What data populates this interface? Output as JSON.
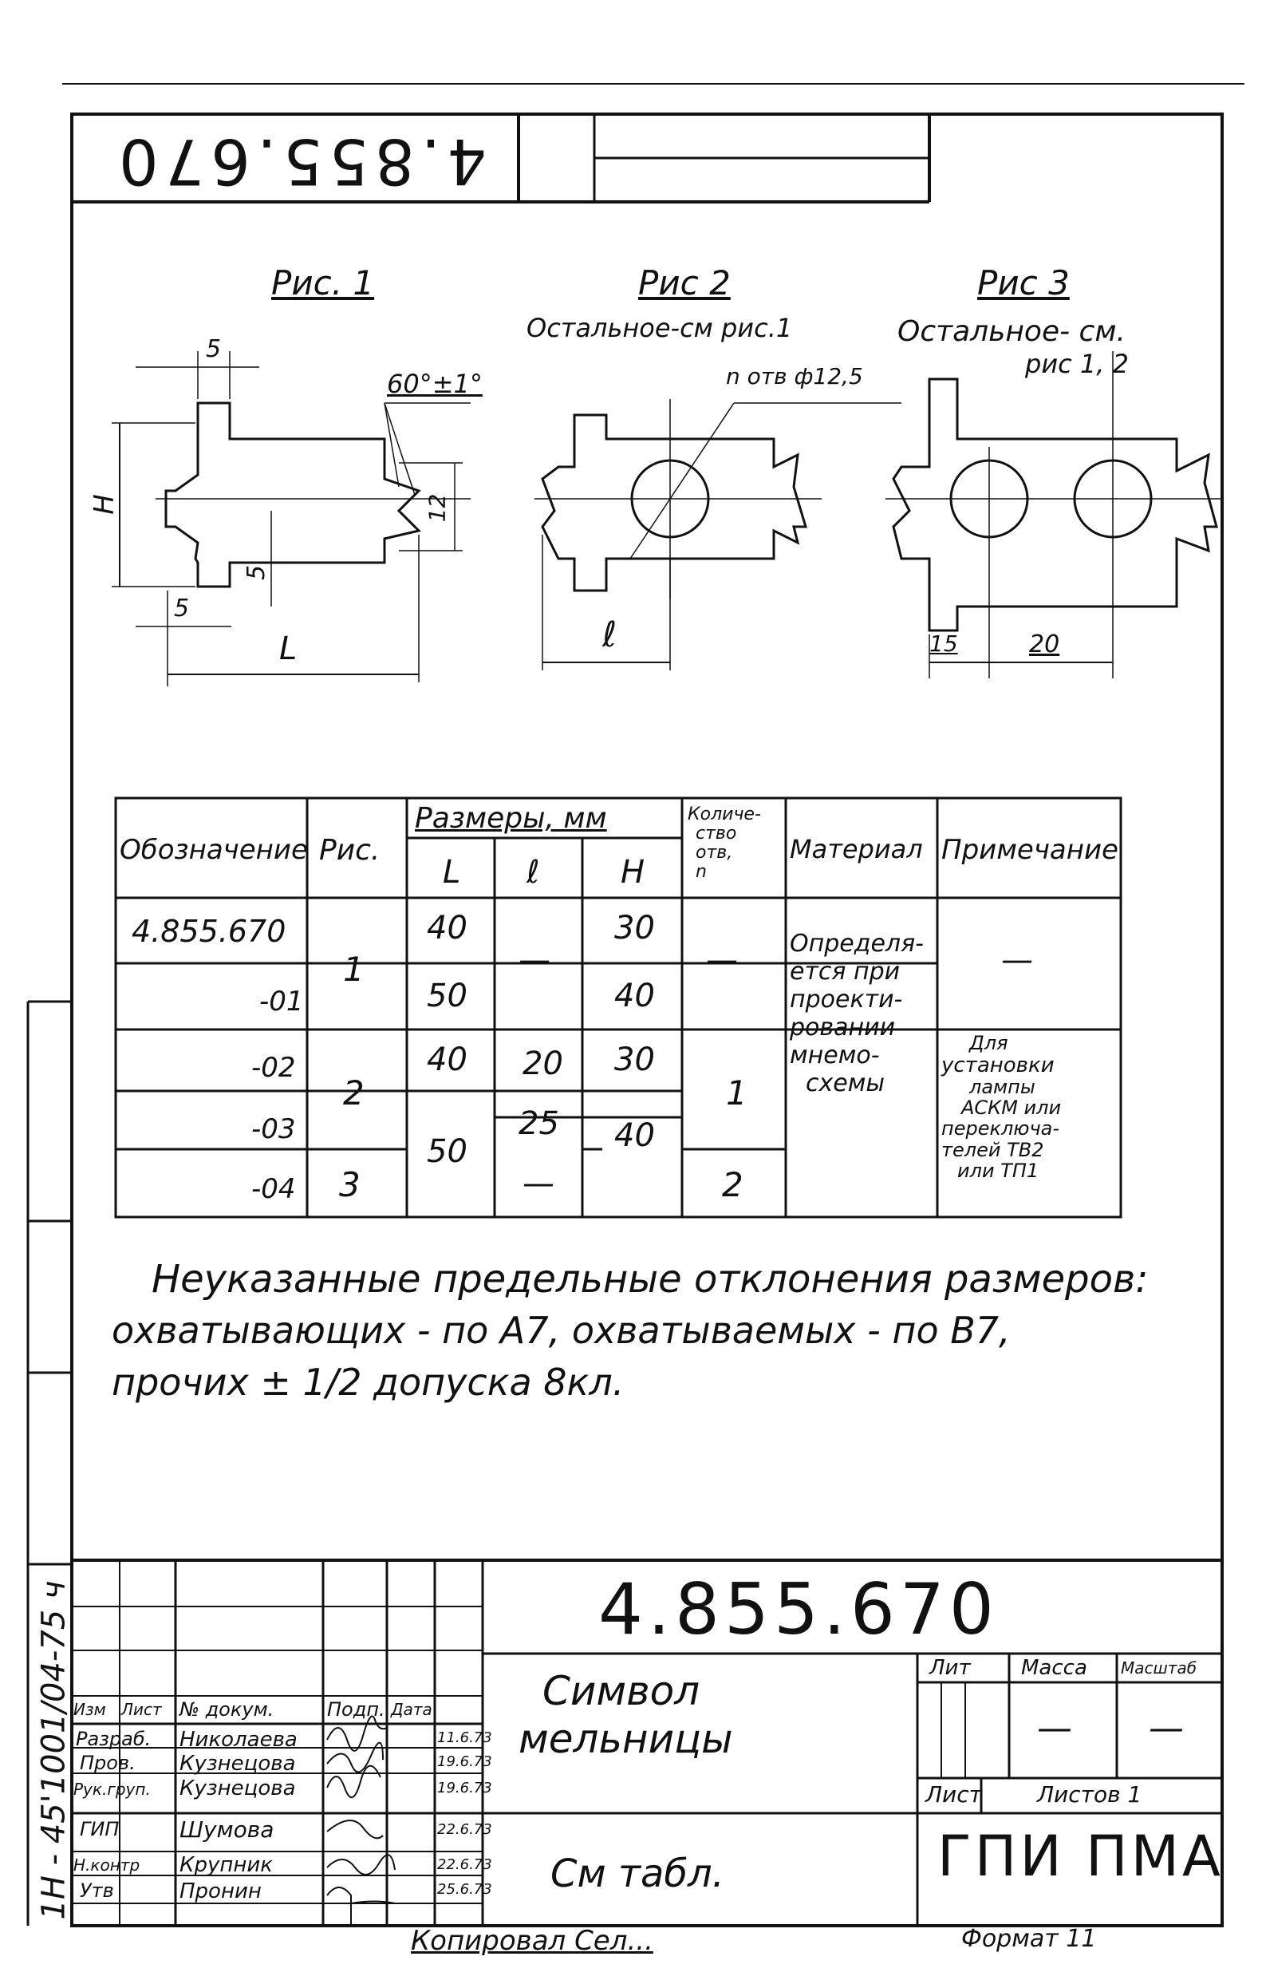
{
  "header": {
    "stamp_number": "4.855.670"
  },
  "figures": {
    "fig1": {
      "title": "Рис. 1",
      "angle": "60°±1°",
      "dim5_top": "5",
      "dim5_left": "5",
      "dim5_bottom": "5",
      "dim_h": "H",
      "dim_l": "L",
      "dim_12": "12"
    },
    "fig2": {
      "title": "Рис 2",
      "note": "Остальное-см рис.1",
      "holes": "n отв ф12,5",
      "dim_l": "ℓ"
    },
    "fig3": {
      "title": "Рис 3",
      "note_line1": "Остальное- см.",
      "note_line2": "рис 1, 2",
      "dim_15": "15",
      "dim_20": "20"
    }
  },
  "table": {
    "headers": {
      "designation": "Обозначение",
      "fig": "Рис.",
      "sizes": "Размеры, мм",
      "L": "L",
      "l": "ℓ",
      "H": "H",
      "qty": [
        "Количе-",
        "ство",
        "отв,",
        "n"
      ],
      "material": "Материал",
      "note": "Примечание"
    },
    "rows": [
      {
        "designation": "4.855.670",
        "L": "40",
        "l": "—",
        "H": "30",
        "qty": "—"
      },
      {
        "designation": "-01",
        "L": "50",
        "H": "40"
      },
      {
        "designation": "-02",
        "L": "40",
        "l": "20",
        "H": "30"
      },
      {
        "designation": "-03",
        "l": "25",
        "H": "40"
      },
      {
        "designation": "-04",
        "l": "—"
      }
    ],
    "fig_values": {
      "group1": "1",
      "group2": "2",
      "group3": "3"
    },
    "L_50_merged": "50",
    "qty_values": {
      "group2": "1",
      "group3": "2"
    },
    "material": [
      "Определя-",
      "ется при",
      "проекти-",
      "ровании",
      "мнемо-",
      "схемы"
    ],
    "note_dash": "—",
    "note_text": [
      "Для",
      "установки",
      "лампы",
      "АСКМ или",
      "переключа-",
      "телей ТВ2",
      "или ТП1"
    ]
  },
  "tolerance_note": [
    "Неуказанные предельные отклонения размеров:",
    "охватывающих - по А7, охватываемых - по В7,",
    "прочих ± 1/2 допуска 8кл."
  ],
  "side_stamp": "1Н - 45'1001/04-75 ч",
  "title_block": {
    "number": "4.855.670",
    "name_line1": "Символ",
    "name_line2": "мельницы",
    "material": "См табл.",
    "org": "ГПИ ПМА",
    "col_headers": [
      "Изм",
      "Лист",
      "№ докум.",
      "Подп.",
      "Дата"
    ],
    "lit_label": "Лит",
    "mass_label": "Масса",
    "scale_label": "Масштаб",
    "mass_value": "—",
    "scale_value": "—",
    "sheet_label": "Лист",
    "sheets_label": "Листов 1",
    "roles": [
      {
        "role": "Разраб.",
        "name": "Николаева",
        "date": "11.6.73"
      },
      {
        "role": "Пров.",
        "name": "Кузнецова",
        "date": "19.6.73"
      },
      {
        "role": "Рук.груп.",
        "name": "Кузнецова",
        "date": "19.6.73"
      },
      {
        "role": "ГИП",
        "name": "Шумова",
        "date": "22.6.73"
      },
      {
        "role": "Н.контр",
        "name": "Крупник",
        "date": "22.6.73"
      },
      {
        "role": "Утв",
        "name": "Пронин",
        "date": "25.6.73"
      }
    ]
  },
  "footer": {
    "copied": "Копировал Сел...",
    "format": "Формат 11"
  }
}
